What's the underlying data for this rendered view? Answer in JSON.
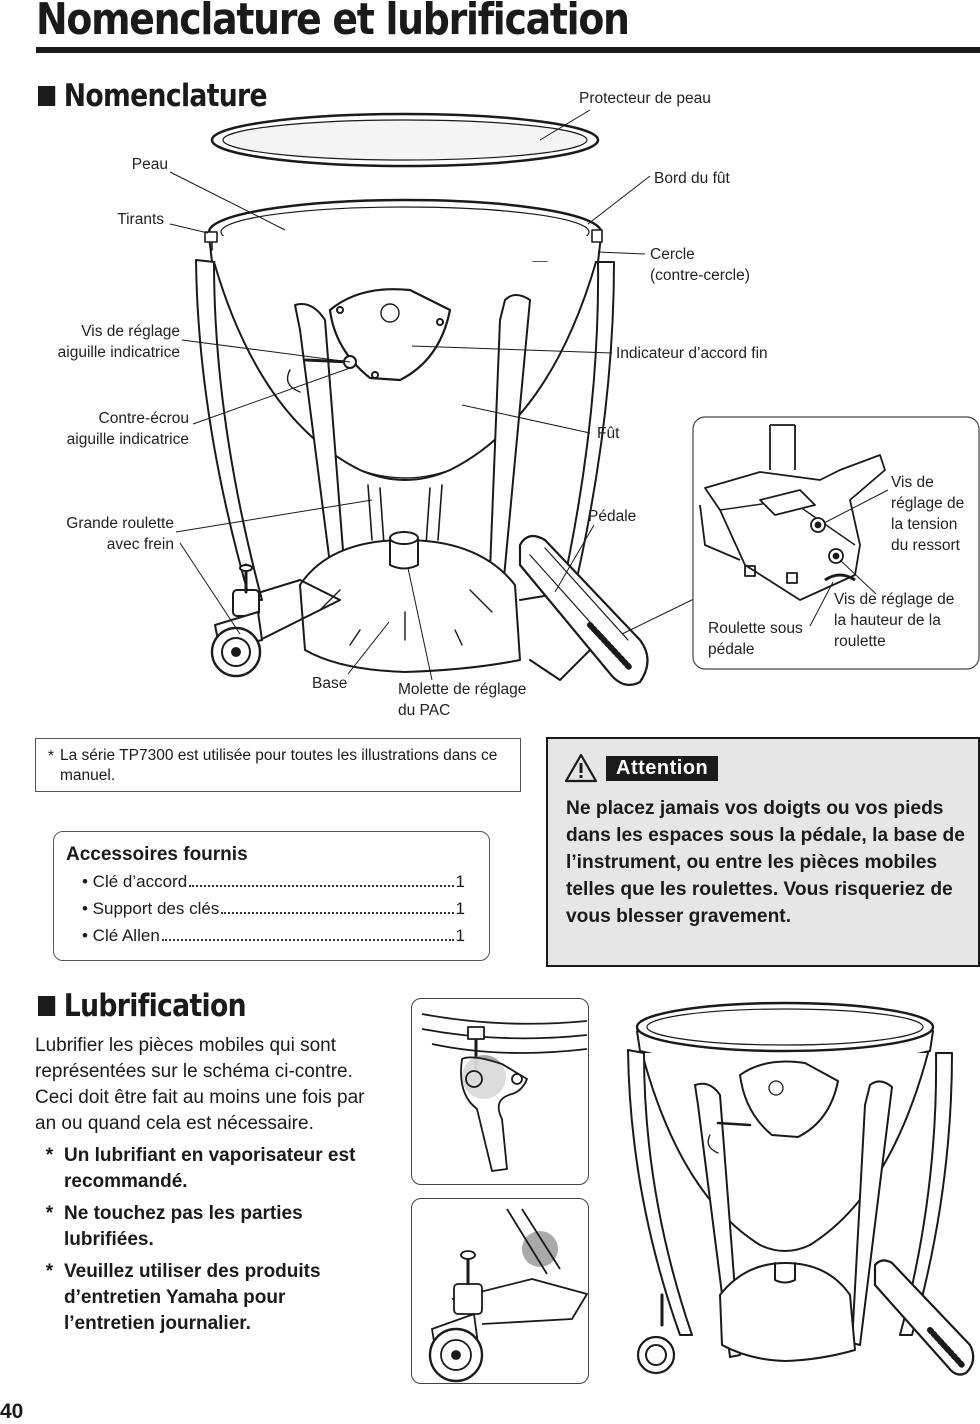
{
  "page": {
    "title": "Nomenclature et lubrification",
    "page_number": "40"
  },
  "nomenclature": {
    "heading": "Nomenclature",
    "labels": {
      "protecteur": "Protecteur de peau",
      "peau": "Peau",
      "bord_fut": "Bord du fût",
      "tirants": "Tirants",
      "cercle_1": "Cercle",
      "cercle_2": "(contre-cercle)",
      "vis_reglage_1": "Vis de réglage",
      "vis_reglage_2": "aiguille indicatrice",
      "indicateur": "Indicateur d’accord fin",
      "contre_ecrou_1": "Contre-écrou",
      "contre_ecrou_2": "aiguille indicatrice",
      "fut": "Fût",
      "grande_roulette_1": "Grande roulette",
      "grande_roulette_2": "avec frein",
      "pedale": "Pédale",
      "base": "Base",
      "molette_1": "Molette de réglage",
      "molette_2": "du PAC"
    },
    "inset_labels": {
      "vis_tension_1": "Vis de",
      "vis_tension_2": "réglage de",
      "vis_tension_3": "la tension",
      "vis_tension_4": "du ressort",
      "vis_hauteur_1": "Vis de réglage de",
      "vis_hauteur_2": "la hauteur de la",
      "vis_hauteur_3": "roulette",
      "roulette_1": "Roulette sous",
      "roulette_2": "pédale"
    }
  },
  "note": {
    "marker": "*",
    "text": "La série TP7300 est utilisée pour toutes les illustrations dans ce manuel."
  },
  "accessories": {
    "title": "Accessoires fournis",
    "items": [
      {
        "label": "• Clé d’accord",
        "qty": "1"
      },
      {
        "label": "• Support des clés",
        "qty": "1"
      },
      {
        "label": "• Clé Allen",
        "qty": "1"
      }
    ]
  },
  "attention": {
    "label": "Attention",
    "text": "Ne placez jamais vos doigts ou vos pieds dans les espaces sous la pédale, la base de l’instrument, ou entre les pièces mobiles telles que les roulettes. Vous risqueriez de vous blesser gravement."
  },
  "lubrication": {
    "heading": "Lubrification",
    "intro": "Lubrifier les pièces mobiles qui sont représentées sur le schéma ci-contre. Ceci doit être fait au moins une fois par an ou quand cela est nécessaire.",
    "marker": "*",
    "items": [
      "Un lubrifiant en vaporisateur est recommandé.",
      "Ne touchez pas les parties lubrifiées.",
      "Veuillez utiliser des produits d’entretien Yamaha pour l’entretien journalier."
    ]
  },
  "colors": {
    "ink": "#1a1a1a",
    "attention_bg": "#e6e6e6",
    "highlight_gray": "#9a9a9a"
  }
}
